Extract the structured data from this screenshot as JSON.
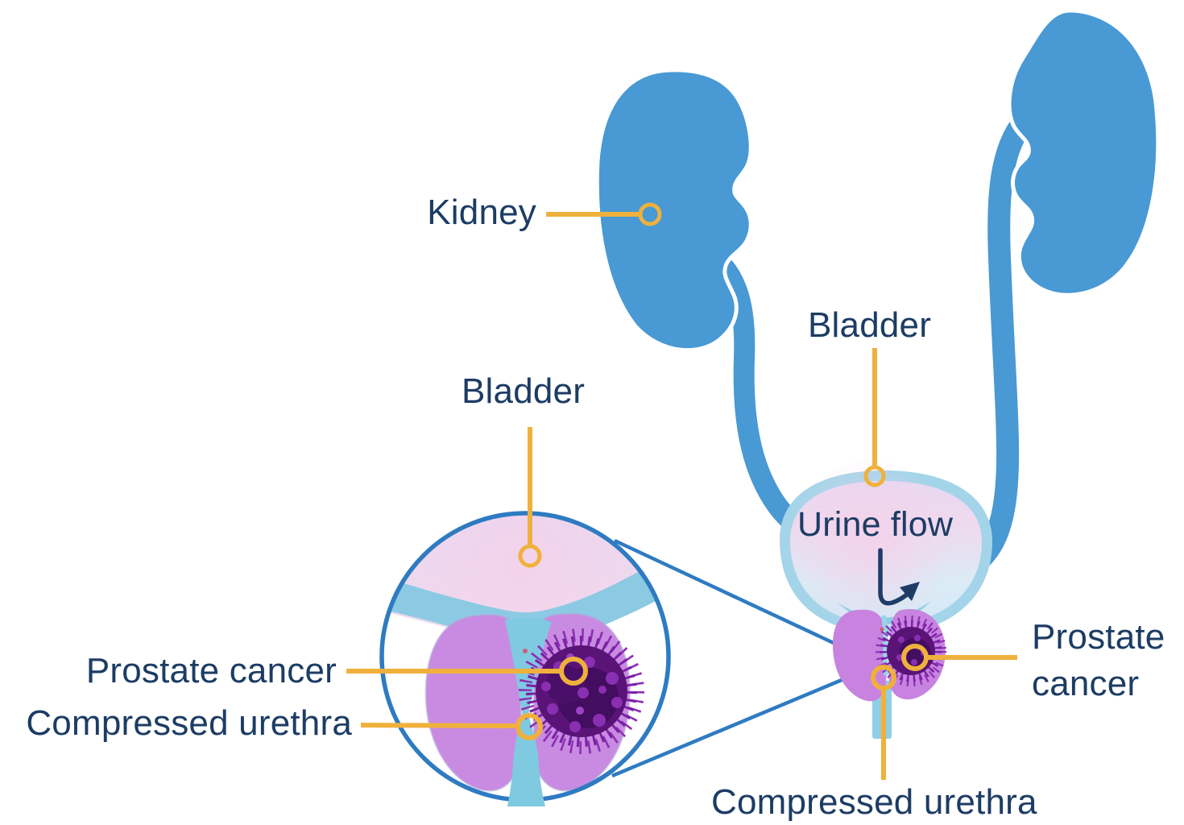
{
  "figure": {
    "type": "medical-diagram",
    "subject": "Prostate cancer pressing on the urethra below the bladder, with kidneys and ureters shown and a magnified inset of the prostate",
    "labels": {
      "kidney": "Kidney",
      "bladder_inset": "Bladder",
      "bladder_main": "Bladder",
      "urine_flow": "Urine flow",
      "prostate_cancer_inset": "Prostate cancer",
      "compressed_urethra_inset": "Compressed urethra",
      "prostate_cancer_main": {
        "text": "Prostate cancer",
        "lines": [
          "Prostate",
          "cancer"
        ]
      },
      "compressed_urethra_main": "Compressed urethra"
    },
    "colors": {
      "kidney_blue": "#4899D4",
      "outline_blue": "#2E7BC2",
      "bladder_wall": "#A3D4E9",
      "inset_bladder_wall": "#8CCAE3",
      "bladder_lumen_pink": "#EFD9EE",
      "bladder_lumen_blue": "#D6EAF6",
      "prostate_purple": "#C88BE1",
      "tumor_core": "#5A1478",
      "tumor_dark": "#430D60",
      "tumor_fuzz": "#8C2FB3",
      "urethra_blue": "#7FC9E1",
      "leader_amber": "#EFB13C",
      "label_navy": "#1C3C64",
      "background": "#FFFFFF"
    }
  }
}
